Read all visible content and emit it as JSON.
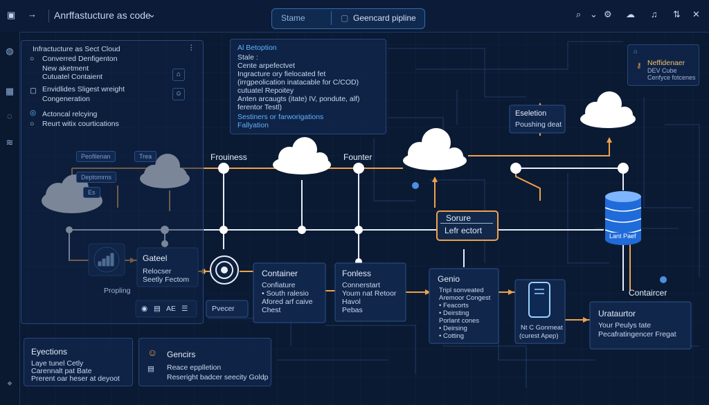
{
  "topbar": {
    "title": "Anrffastucture as code",
    "search_left": "Stame",
    "search_right": "Geencard pipline"
  },
  "left_panel": {
    "header": "Infractucture as Sect Cloud",
    "items": [
      "Converred Denfigenton",
      "New aketment",
      "Cutuatel Contaient",
      "Envidlides Sligest wreight",
      "Congeneration",
      "Actoncal relcying",
      "Reurt witix courtications"
    ],
    "buttons": [
      "Peofilenan",
      "Trea",
      "Deptomrns",
      "Es"
    ]
  },
  "info_panel": {
    "lines": [
      "Al Betoption",
      "Stale :",
      "Cente arpefectvet",
      "Ingracture ory fielocated fet",
      "(irrgpeolication inatacable for C/COD)",
      "cutuatel Repoitey",
      "Anten arcaugts (itate) IV, pondute, alf)",
      "ferentor Testl)",
      "Sestiners or farworigations",
      "Fallyation"
    ]
  },
  "right_info": {
    "title": "Neffidenaer",
    "line1": "DEV Cube",
    "line2": "Cenfyce fotcenes"
  },
  "nodes": {
    "frouiness": "Frouiness",
    "founter": "Founter",
    "eseletion": "Eseletion",
    "pushing": "Poushing deat",
    "source": "Sorure",
    "left_ectort": "Lefr ectort",
    "lant_paef": "Lant Paef",
    "gateel": "Gateel",
    "relocser": "Relocser",
    "seetly": "Seetly Fectom",
    "proping": "Propling",
    "pvecer": "Pvecer",
    "container": "Container",
    "container_lines": [
      "Confiature",
      "• South ralesio",
      "Afored arf caive",
      "Chest"
    ],
    "fonless": "Fonless",
    "fonless_lines": [
      "Connerstart",
      "Youm nat Retoor",
      "Havol",
      "Pebas"
    ],
    "genio": "Genio",
    "genio_lines": [
      "Tripl sonveated",
      "Aremoor Congest",
      "• Feacorts",
      "• Deirsting",
      "Porlant cones",
      "• Deirsing",
      "• Cotting"
    ],
    "mobile_a": "Nt C Gonmeat",
    "mobile_b": "(curest Apep)",
    "contaircer": "Contaircer",
    "urataurtor": "Urataurtor",
    "uraturtor_lines": [
      "Your Peulys tate",
      "Pecafratingencer Fregat"
    ],
    "ae_label": "AE"
  },
  "bottom_left": {
    "title": "Eyections",
    "lines": [
      "Laye tunel Cetly",
      "Carennalt pat Bate",
      "Prerent oar heser at deyoot"
    ]
  },
  "bottom_mid": {
    "title": "Gencirs",
    "line1": "Reace epplletion",
    "line2": "Reseright badcer seecity Goldp"
  },
  "colors": {
    "accent": "#f0a24a",
    "line": "#e9eef7",
    "panel": "#10264b",
    "highlight": "#5fb3ff"
  }
}
